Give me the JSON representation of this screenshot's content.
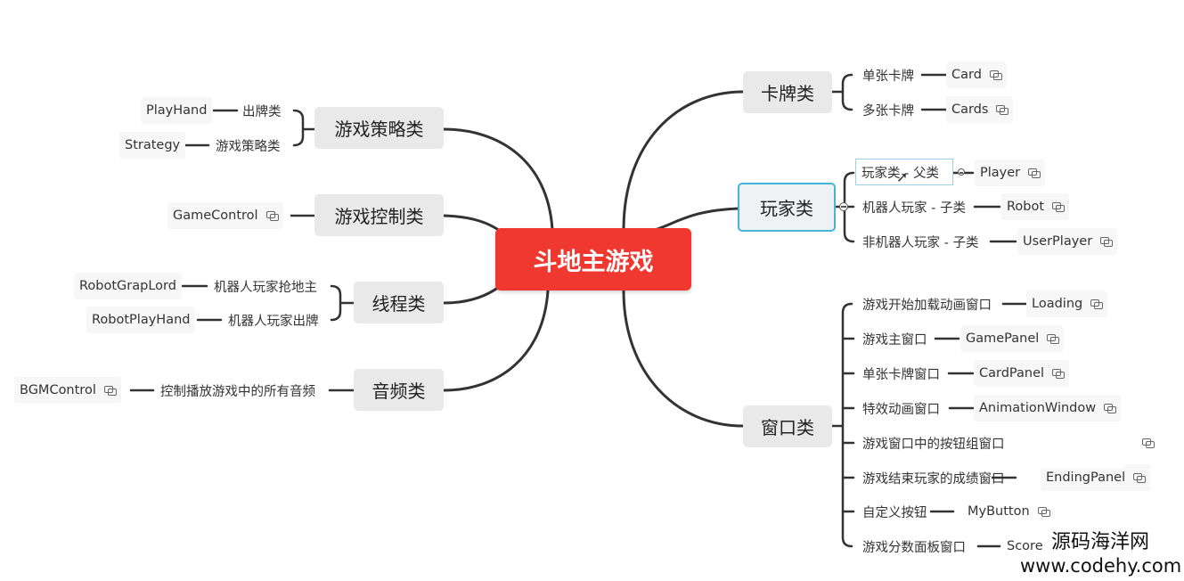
{
  "root": {
    "label": "斗地主游戏"
  },
  "right": {
    "card": {
      "label": "卡牌类",
      "children": [
        {
          "label": "单张卡牌",
          "link": "Card"
        },
        {
          "label": "多张卡牌",
          "link": "Cards"
        }
      ]
    },
    "player": {
      "label": "玩家类",
      "children": [
        {
          "label": "玩家类 - 父类",
          "link": "Player"
        },
        {
          "label": "机器人玩家 - 子类",
          "link": "Robot"
        },
        {
          "label": "非机器人玩家 - 子类",
          "link": "UserPlayer"
        }
      ]
    },
    "window": {
      "label": "窗口类",
      "children": [
        {
          "label": "游戏开始加载动画窗口",
          "link": "Loading"
        },
        {
          "label": "游戏主窗口",
          "link": "GamePanel"
        },
        {
          "label": "单张卡牌窗口",
          "link": "CardPanel"
        },
        {
          "label": "特效动画窗口",
          "link": "AnimationWindow"
        },
        {
          "label": "游戏窗口中的按钮组窗口",
          "link": ""
        },
        {
          "label": "游戏结束玩家的成绩窗口",
          "link": "EndingPanel"
        },
        {
          "label": "自定义按钮",
          "link": "MyButton"
        },
        {
          "label": "游戏分数面板窗口",
          "link": "Score"
        }
      ]
    }
  },
  "left": {
    "strategy": {
      "label": "游戏策略类",
      "children": [
        {
          "label": "出牌类",
          "link": "PlayHand"
        },
        {
          "label": "游戏策略类",
          "link": "Strategy"
        }
      ]
    },
    "control": {
      "label": "游戏控制类",
      "link": "GameControl"
    },
    "thread": {
      "label": "线程类",
      "children": [
        {
          "label": "机器人玩家抢地主",
          "link": "RobotGrapLord"
        },
        {
          "label": "机器人玩家出牌",
          "link": "RobotPlayHand"
        }
      ]
    },
    "audio": {
      "label": "音频类",
      "children": [
        {
          "label": "控制播放游戏中的所有音频",
          "link": "BGMControl"
        }
      ]
    }
  },
  "watermark": {
    "line1": "源码海洋网",
    "line2": "www.codehy.com"
  },
  "colors": {
    "root": "#ee3830",
    "branch": "#e9e9e9",
    "selection": "#46b4d9",
    "wire": "#333333"
  },
  "icons": {
    "link": "link-icon",
    "collapse": "collapse-icon"
  }
}
